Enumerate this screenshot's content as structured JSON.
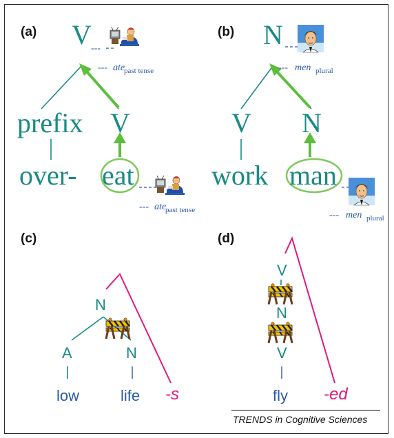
{
  "panels": {
    "a": {
      "label": "(a)",
      "root": "V",
      "left": "prefix",
      "right": "V",
      "left_leaf": "over-",
      "right_leaf": "eat",
      "ann_top_dash": "---",
      "ann_top_word": "ate",
      "ann_top_sub": "past tense",
      "ann_bottom_dash": "---",
      "ann_bottom_word": "ate",
      "ann_bottom_sub": "past tense"
    },
    "b": {
      "label": "(b)",
      "root": "N",
      "left": "V",
      "right": "N",
      "left_leaf": "work",
      "right_leaf": "man",
      "ann_top_dash": "---",
      "ann_top_word": "men",
      "ann_top_sub": "plural",
      "ann_bottom_dash": "---",
      "ann_bottom_word": "men",
      "ann_bottom_sub": "plural"
    },
    "c": {
      "label": "(c)",
      "root": "N",
      "left": "A",
      "right": "N",
      "left_leaf": "low",
      "right_leaf": "life",
      "suffix": "-s"
    },
    "d": {
      "label": "(d)",
      "top": "V",
      "middle": "N",
      "bottom": "V",
      "leaf": "fly",
      "suffix": "-ed"
    }
  },
  "credit": "TRENDS in Cognitive Sciences",
  "icons": [
    "tv-eating-icon",
    "man-face-icon",
    "barricade-icon"
  ],
  "colors": {
    "teal": "#1a8a85",
    "blue": "#2a5aa8",
    "pink": "#e0197d",
    "green": "#5cbf3c"
  }
}
